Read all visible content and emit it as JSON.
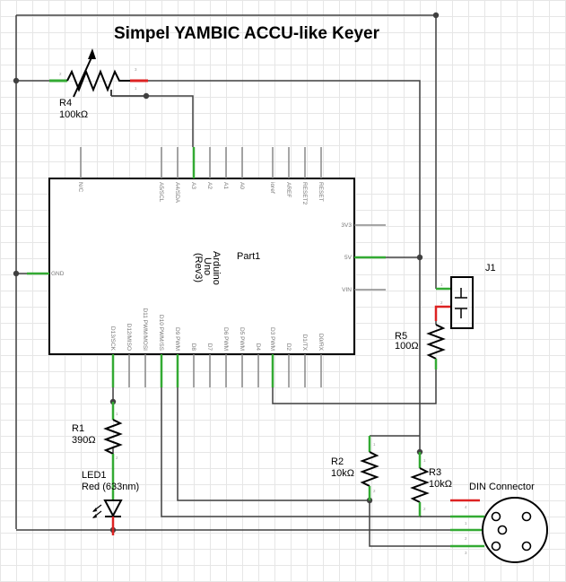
{
  "title": "Simpel YAMBIC ACCU-like Keyer",
  "components": {
    "r4": {
      "ref": "R4",
      "value": "100kΩ"
    },
    "part1": {
      "ref": "Part1",
      "name_line1": "Arduino",
      "name_line2": "Uno",
      "name_line3": "(Rev3)"
    },
    "j1": {
      "ref": "J1"
    },
    "r5": {
      "ref": "R5",
      "value": "100Ω"
    },
    "r1": {
      "ref": "R1",
      "value": "390Ω"
    },
    "led1": {
      "ref": "LED1",
      "value": "Red (633nm)"
    },
    "r2": {
      "ref": "R2",
      "value": "10kΩ"
    },
    "r3": {
      "ref": "R3",
      "value": "10kΩ"
    },
    "din": {
      "ref": "DIN Connector"
    }
  },
  "arduino_pins": {
    "top": [
      "N/C",
      "A5/SCL",
      "A4/SDA",
      "A3",
      "A2",
      "A1",
      "A0",
      "ioref",
      "AREF",
      "RESET2",
      "RESET"
    ],
    "right": [
      "3V3",
      "5V",
      "VIN"
    ],
    "left": [
      "GND"
    ],
    "bottom": [
      "D13/SCK",
      "D12/MISO",
      "D11 PWM/MOSI",
      "D10 PWM/SS",
      "D9 PWM",
      "D8",
      "D7",
      "D6 PWM",
      "D5 PWM",
      "D4",
      "D3 PWM",
      "D2",
      "D1/TX",
      "D0/RX"
    ]
  },
  "pin_numbers": {
    "one": "1",
    "two": "2",
    "three": "3",
    "four": "4"
  },
  "colors": {
    "wire": "#404040",
    "pin_connected": "#33aa33",
    "pin_red": "#dd2222",
    "pin_stub": "#888888",
    "grid": "#e6e6e6"
  }
}
